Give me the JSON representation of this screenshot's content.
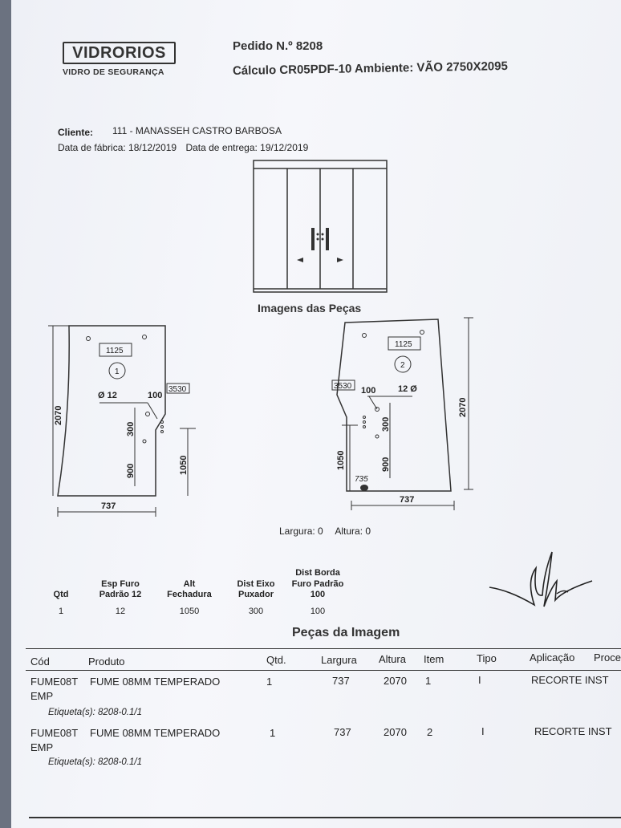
{
  "header": {
    "brand": "VIDRORIOS",
    "tagline": "VIDRO DE SEGURANÇA",
    "order": "Pedido N.º 8208",
    "calc": "Cálculo CR05PDF-10 Ambiente: VÃO 2750X2095"
  },
  "client": {
    "label": "Cliente:",
    "value": "111 - MANASSEH CASTRO BARBOSA",
    "factory_date": "Data de fábrica: 18/12/2019",
    "delivery_date": "Data de entrega: 19/12/2019"
  },
  "images_title": "Imagens das Peças",
  "piece1": {
    "number": "1",
    "width_label": "1125",
    "hole_label": "Ø 12",
    "offset_label": "100",
    "code_label": "3530",
    "height": "2070",
    "width": "737",
    "axis_label": "300",
    "lower_label": "900",
    "handle_label": "1050"
  },
  "piece2": {
    "number": "2",
    "width_label": "1125",
    "hole_label": "12 Ø",
    "offset_label": "100",
    "code_label": "3530",
    "height": "2070",
    "width": "737",
    "axis_label": "300",
    "lower_label": "900",
    "handle_label": "1050",
    "note": "735"
  },
  "summary": {
    "width": "Largura: 0",
    "height": "Altura: 0"
  },
  "spec": {
    "headers": [
      "Qtd",
      "Esp Furo Padrão 12",
      "Alt Fechadura",
      "Dist Eixo Puxador",
      "Dist Borda Furo Padrão 100"
    ],
    "values": [
      "1",
      "12",
      "1050",
      "300",
      "100"
    ]
  },
  "pieces_title": "Peças da Imagem",
  "grid": {
    "headers": {
      "cod": "Cód",
      "produto": "Produto",
      "qtd": "Qtd.",
      "largura": "Largura",
      "altura": "Altura",
      "item": "Item",
      "tipo": "Tipo",
      "aplicacao": "Aplicação",
      "proc": "Proce"
    },
    "rows": [
      {
        "cod": "FUME08T",
        "produto": "FUME 08MM TEMPERADO",
        "cont": "EMP",
        "qtd": "1",
        "largura": "737",
        "altura": "2070",
        "item": "1",
        "tipo": "I",
        "aplicacao": "RECORTE INST",
        "etiqueta": "Etiqueta(s): 8208-0.1/1"
      },
      {
        "cod": "FUME08T",
        "produto": "FUME 08MM TEMPERADO",
        "cont": "EMP",
        "qtd": "1",
        "largura": "737",
        "altura": "2070",
        "item": "2",
        "tipo": "I",
        "aplicacao": "RECORTE INST",
        "etiqueta": "Etiqueta(s): 8208-0.1/1"
      }
    ]
  }
}
